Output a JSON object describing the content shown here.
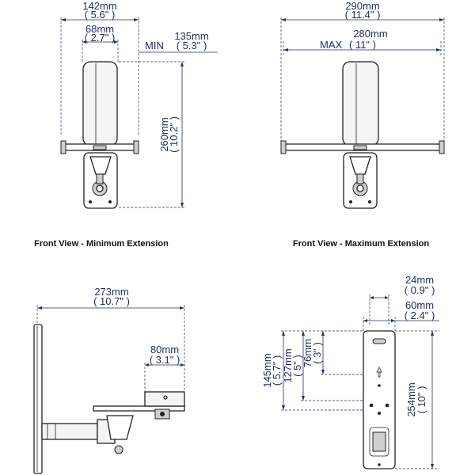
{
  "front_min": {
    "caption": "Front View - Minimum Extension",
    "width_outer": {
      "mm": "142mm",
      "in": "( 5.6\" )"
    },
    "width_inner": {
      "mm": "68mm",
      "in": "( 2.7\" )"
    },
    "min_label": "MIN",
    "min_ext": {
      "mm": "135mm",
      "in": "( 5.3\" )"
    },
    "height": "260mm",
    "height_in": "( 10.2\" )"
  },
  "front_max": {
    "caption": "Front View - Maximum Extension",
    "width_outer": {
      "mm": "290mm",
      "in": "( 11.4\" )"
    },
    "max_label": "MAX",
    "max_ext": {
      "mm": "280mm",
      "in": "( 11\" )"
    }
  },
  "side": {
    "depth": {
      "mm": "273mm",
      "in": "( 10.7\" )"
    },
    "platform": {
      "mm": "80mm",
      "in": "( 3.1\" )"
    }
  },
  "plate": {
    "slot_width": {
      "mm": "24mm",
      "in": "( 0.9\" )"
    },
    "plate_width": {
      "mm": "60mm",
      "in": "( 2.4\" )"
    },
    "h145": "145mm",
    "h145_in": "( 5.7\" )",
    "h127": "127mm",
    "h127_in": "( 5\" )",
    "h76": "76mm",
    "h76_in": "( 3\" )",
    "h254": "254mm",
    "h254_in": "( 10\" )"
  }
}
